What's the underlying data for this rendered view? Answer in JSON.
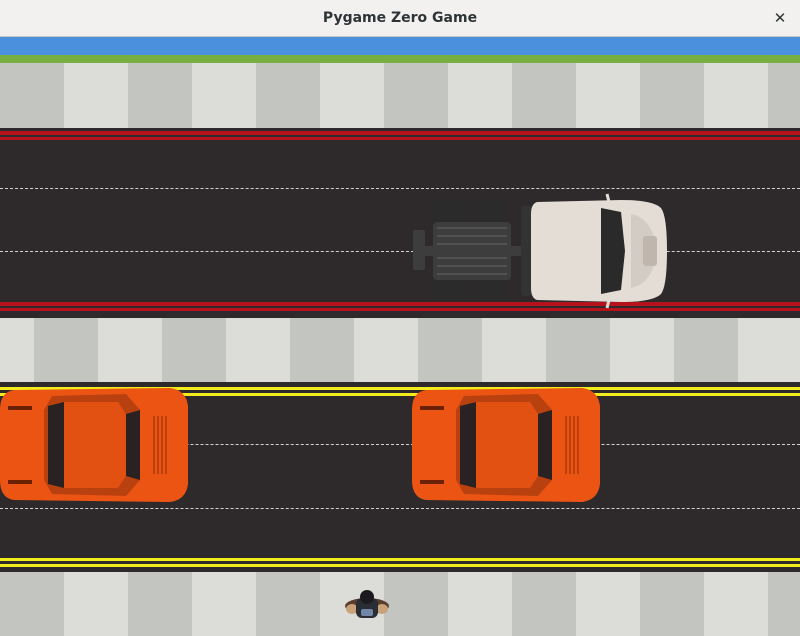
{
  "window": {
    "title": "Pygame Zero Game",
    "close_glyph": "✕"
  },
  "scene": {
    "colors": {
      "sky": "#4a90dd",
      "grass": "#77b040",
      "sidewalk_light": "#dcdcd8",
      "sidewalk_dark": "#c3c5c1",
      "road": "#2e2a2b",
      "lane_dash": "#d6d3cf",
      "top_road_edge": "#b5121b",
      "bottom_road_edge": "#f2ec1c",
      "sports_car": "#ec5414",
      "truck_cab": "#e4ddd6",
      "truck_frame": "#3d3d3d"
    },
    "lanes": [
      {
        "type": "sky"
      },
      {
        "type": "grass"
      },
      {
        "type": "sidewalk"
      },
      {
        "type": "road",
        "edge": "red",
        "vehicles": [
          "semi-truck"
        ]
      },
      {
        "type": "sidewalk"
      },
      {
        "type": "road",
        "edge": "yellow",
        "vehicles": [
          "sports-car",
          "sports-car"
        ]
      },
      {
        "type": "sidewalk",
        "player": true
      }
    ],
    "vehicles": [
      {
        "kind": "semi-truck",
        "icon": "semi-truck-icon",
        "heading": "right"
      },
      {
        "kind": "sports-car",
        "icon": "sports-car-icon",
        "heading": "right"
      },
      {
        "kind": "sports-car",
        "icon": "sports-car-icon",
        "heading": "right"
      }
    ],
    "player": {
      "icon": "pedestrian-icon",
      "heading": "up"
    }
  }
}
